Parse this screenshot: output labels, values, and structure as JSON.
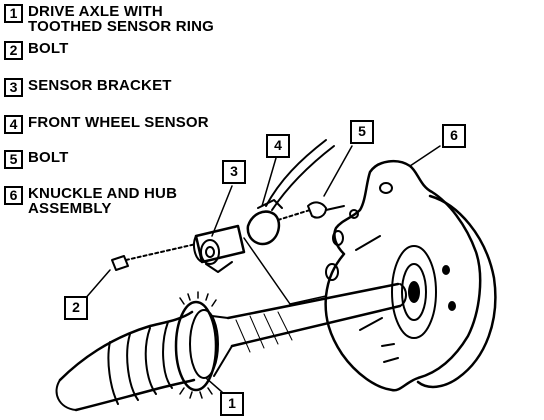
{
  "legend": [
    {
      "number": "1",
      "line1": "DRIVE AXLE WITH",
      "line2": "TOOTHED SENSOR RING"
    },
    {
      "number": "2",
      "line1": "BOLT",
      "line2": ""
    },
    {
      "number": "3",
      "line1": "SENSOR BRACKET",
      "line2": ""
    },
    {
      "number": "4",
      "line1": "FRONT WHEEL SENSOR",
      "line2": ""
    },
    {
      "number": "5",
      "line1": "BOLT",
      "line2": ""
    },
    {
      "number": "6",
      "line1": "KNUCKLE AND HUB",
      "line2": "ASSEMBLY"
    }
  ],
  "callouts": {
    "c1": "1",
    "c2": "2",
    "c3": "3",
    "c4": "4",
    "c5": "5",
    "c6": "6"
  }
}
